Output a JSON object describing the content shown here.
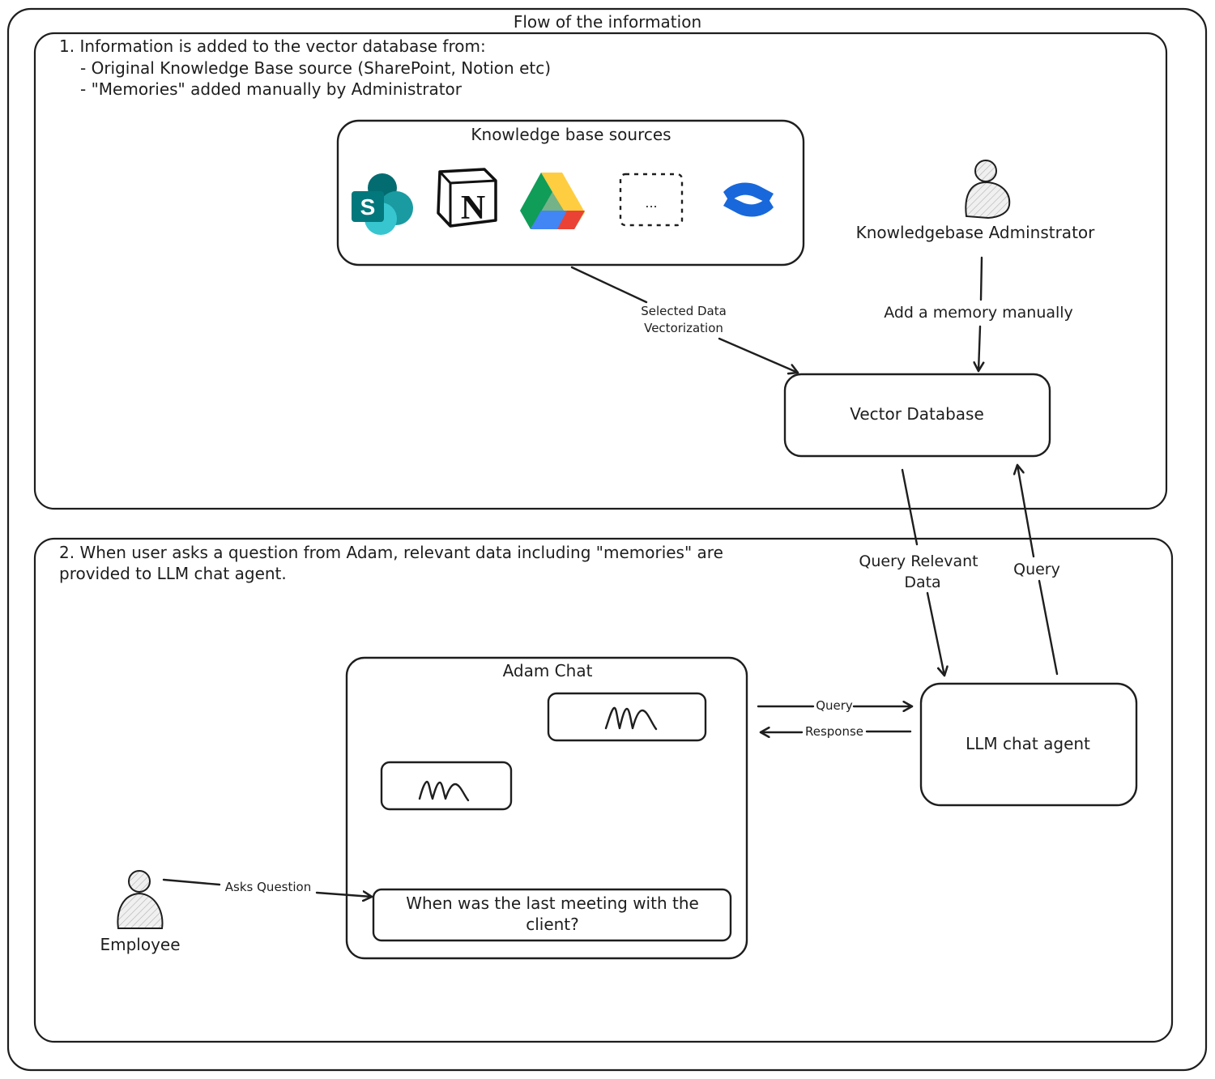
{
  "diagram": {
    "title": "Flow of the information",
    "section1": {
      "line1": "1. Information is added to the vector database from:",
      "line2": "- Original Knowledge Base source (SharePoint, Notion etc)",
      "line3": "- \"Memories\" added manually by Administrator"
    },
    "section2": {
      "line1": "2. When user asks a question from Adam, relevant data including \"memories\" are",
      "line2": "provided to LLM chat agent."
    },
    "kb_sources": {
      "title": "Knowledge base sources",
      "icons": [
        "sharepoint-icon",
        "notion-icon",
        "google-drive-icon",
        "more-placeholder",
        "confluence-icon"
      ],
      "more_label": "..."
    },
    "admin": {
      "label": "Knowledgebase Adminstrator"
    },
    "vector_db": {
      "label": "Vector Database"
    },
    "llm_agent": {
      "label": "LLM chat agent"
    },
    "adam_chat": {
      "title": "Adam Chat",
      "question_line1": "When was the last meeting with the",
      "question_line2": "client?"
    },
    "employee": {
      "label": "Employee"
    },
    "edges": {
      "selected_line1": "Selected Data",
      "selected_line2": "Vectorization",
      "add_memory": "Add a memory manually",
      "query_relevant_line1": "Query Relevant",
      "query_relevant_line2": "Data",
      "query_up": "Query",
      "query_chat": "Query",
      "response": "Response",
      "asks_question": "Asks Question"
    },
    "colors": {
      "stroke": "#1e1e1e",
      "sharepoint_dark": "#036c70",
      "sharepoint_mid": "#1a9ba1",
      "sharepoint_light": "#37c6d0",
      "drive_green": "#0f9d58",
      "drive_yellow": "#ffcd40",
      "drive_blue": "#4285f4",
      "drive_red": "#ea4335",
      "confluence_blue": "#1868db",
      "person_fill": "#e6e6e6"
    }
  }
}
